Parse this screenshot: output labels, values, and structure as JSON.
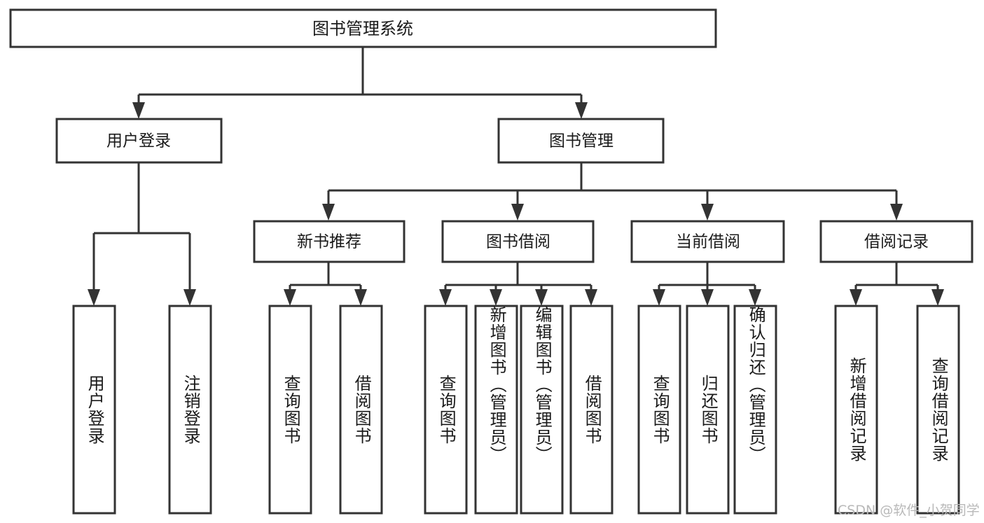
{
  "diagram": {
    "type": "hierarchy-tree",
    "title": "图书管理系统",
    "watermark": "CSDN @软件_小贺同学",
    "colors": {
      "stroke": "#333333",
      "box_fill": "#ffffff",
      "text": "#1a1a1a",
      "watermark": "#b9b9b9",
      "background": "#ffffff"
    },
    "levels": {
      "level1": [
        {
          "id": "root",
          "label": "图书管理系统"
        }
      ],
      "level2": [
        {
          "id": "user-login",
          "label": "用户登录",
          "parent": "root"
        },
        {
          "id": "book-manage",
          "label": "图书管理",
          "parent": "root"
        }
      ],
      "level3": [
        {
          "id": "new-book-rec",
          "label": "新书推荐",
          "parent": "book-manage"
        },
        {
          "id": "book-borrow",
          "label": "图书借阅",
          "parent": "book-manage"
        },
        {
          "id": "current-borrow",
          "label": "当前借阅",
          "parent": "book-manage"
        },
        {
          "id": "borrow-record",
          "label": "借阅记录",
          "parent": "book-manage"
        }
      ],
      "leaves": [
        {
          "id": "leaf-user-login",
          "label": "用户登录",
          "parent": "user-login"
        },
        {
          "id": "leaf-logout",
          "label": "注销登录",
          "parent": "user-login"
        },
        {
          "id": "leaf-query-book-1",
          "label": "查询图书",
          "parent": "new-book-rec"
        },
        {
          "id": "leaf-borrow-book-1",
          "label": "借阅图书",
          "parent": "new-book-rec"
        },
        {
          "id": "leaf-query-book-2",
          "label": "查询图书",
          "parent": "book-borrow"
        },
        {
          "id": "leaf-add-book",
          "label": "新增图书（管理员）",
          "parent": "book-borrow"
        },
        {
          "id": "leaf-edit-book",
          "label": "编辑图书（管理员）",
          "parent": "book-borrow"
        },
        {
          "id": "leaf-borrow-book-2",
          "label": "借阅图书",
          "parent": "book-borrow"
        },
        {
          "id": "leaf-query-book-3",
          "label": "查询图书",
          "parent": "current-borrow"
        },
        {
          "id": "leaf-return-book",
          "label": "归还图书",
          "parent": "current-borrow"
        },
        {
          "id": "leaf-confirm-return",
          "label": "确认归还（管理员）",
          "parent": "current-borrow"
        },
        {
          "id": "leaf-add-record",
          "label": "新增借阅记录",
          "parent": "borrow-record"
        },
        {
          "id": "leaf-query-record",
          "label": "查询借阅记录",
          "parent": "borrow-record"
        }
      ]
    }
  }
}
